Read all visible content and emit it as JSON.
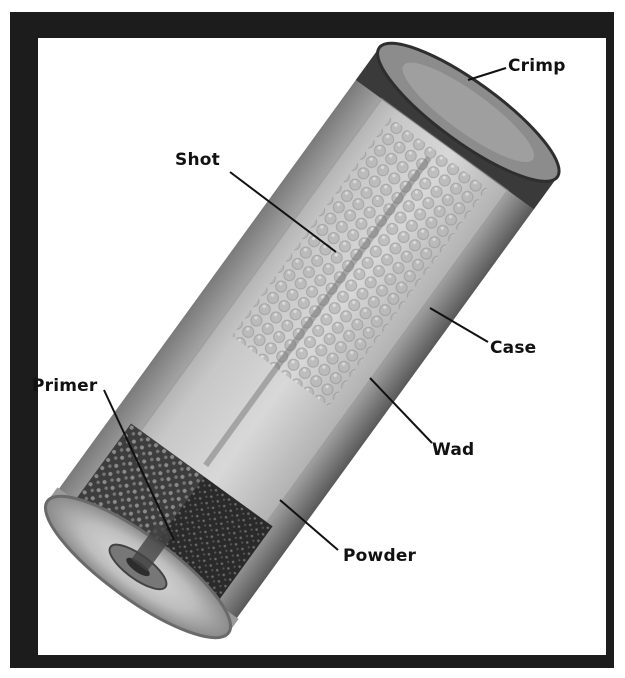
{
  "diagram": {
    "labels": {
      "crimp": "Crimp",
      "shot": "Shot",
      "case": "Case",
      "primer": "Primer",
      "wad": "Wad",
      "powder": "Powder"
    }
  }
}
